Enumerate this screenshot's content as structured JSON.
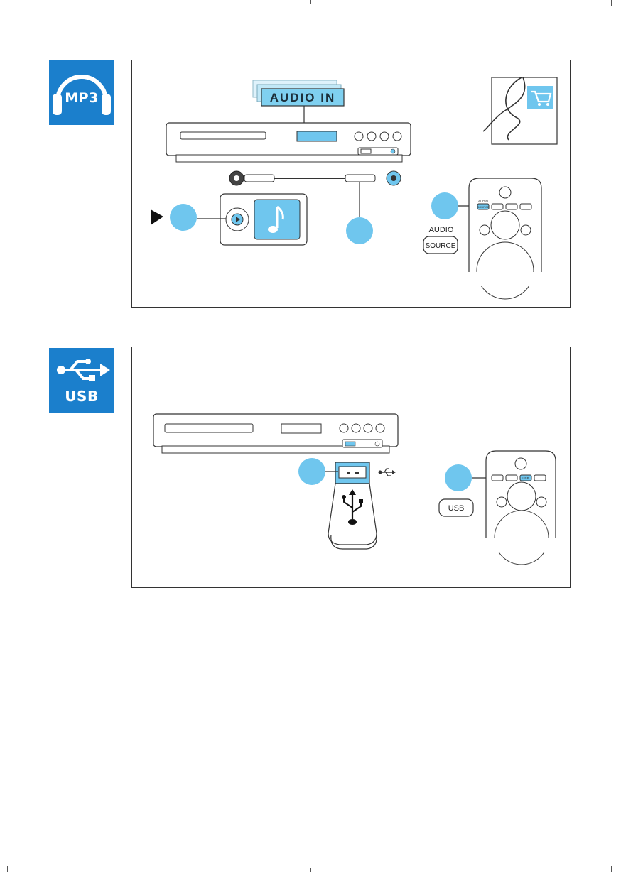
{
  "mp3_section": {
    "icon": "headphones-icon",
    "icon_label": "MP3",
    "display_text": "AUDIO IN",
    "remote_key_small_top": "AUDIO",
    "remote_key_small_bottom": "SOURCE",
    "remote_label_top": "AUDIO",
    "remote_button_label": "SOURCE"
  },
  "usb_section": {
    "icon": "usb-icon",
    "icon_label": "USB",
    "remote_key_small": "USB",
    "remote_button_label": "USB"
  },
  "colors": {
    "tile_blue": "#1b7fcc",
    "highlight_blue": "#6fc6ee",
    "display_blue": "#7fd0f0",
    "line": "#333333"
  }
}
